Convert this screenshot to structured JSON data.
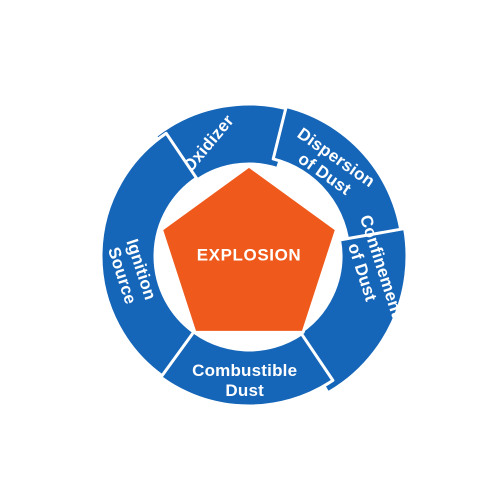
{
  "colors": {
    "segment": "#1565b8",
    "center": "#ef5a1c",
    "background": "#ffffff",
    "text": "#ffffff",
    "separator": "#ffffff"
  },
  "center": {
    "label": "EXPLOSION"
  },
  "segments": [
    {
      "id": "oxidizer",
      "lines": [
        "Oxidizer"
      ]
    },
    {
      "id": "dispersion-of-dust",
      "lines": [
        "Dispersion",
        "of Dust"
      ]
    },
    {
      "id": "confinement-of-dust",
      "lines": [
        "Confinement",
        "of Dust"
      ]
    },
    {
      "id": "combustible-dust",
      "lines": [
        "Combustible",
        "Dust"
      ]
    },
    {
      "id": "ignition-source",
      "lines": [
        "Ignition",
        "Source"
      ]
    }
  ]
}
